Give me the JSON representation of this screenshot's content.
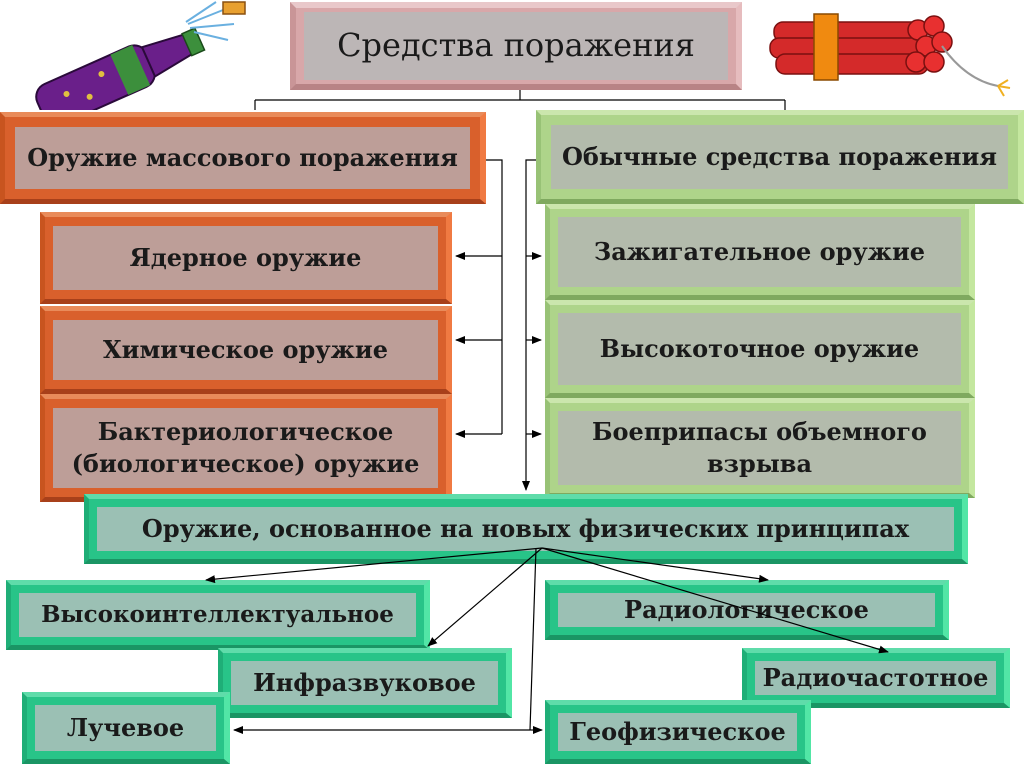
{
  "title": "Средства поражения",
  "categories": {
    "mass": "Оружие массового поражения",
    "conventional": "Обычные средства поражения"
  },
  "mass_items": [
    {
      "line1": "Ядерное оружие",
      "line2": ""
    },
    {
      "line1": "Химическое оружие",
      "line2": ""
    },
    {
      "line1": "Бактериологическое",
      "line2": "(биологическое) оружие"
    }
  ],
  "conventional_items": [
    {
      "line1": "Зажигательное оружие",
      "line2": ""
    },
    {
      "line1": "Высокоточное оружие",
      "line2": ""
    },
    {
      "line1": "Боеприпасы объемного",
      "line2": "взрыва"
    }
  ],
  "new_principles": "Оружие, основанное на новых физических принципах",
  "new_items": {
    "intellectual": "Высокоинтеллектуальное",
    "infrasound": "Инфразвуковое",
    "beam": "Лучевое",
    "radiological": "Радиологическое",
    "radiofrequency": "Радиочастотное",
    "geophysical": "Геофизическое"
  },
  "colors": {
    "title_box": "#d8a7a9",
    "mass_box": "#d9602c",
    "conventional_box": "#aed48a",
    "new_box": "#28c488"
  },
  "icons": [
    "champagne-bottle-icon",
    "dynamite-bundle-icon"
  ]
}
